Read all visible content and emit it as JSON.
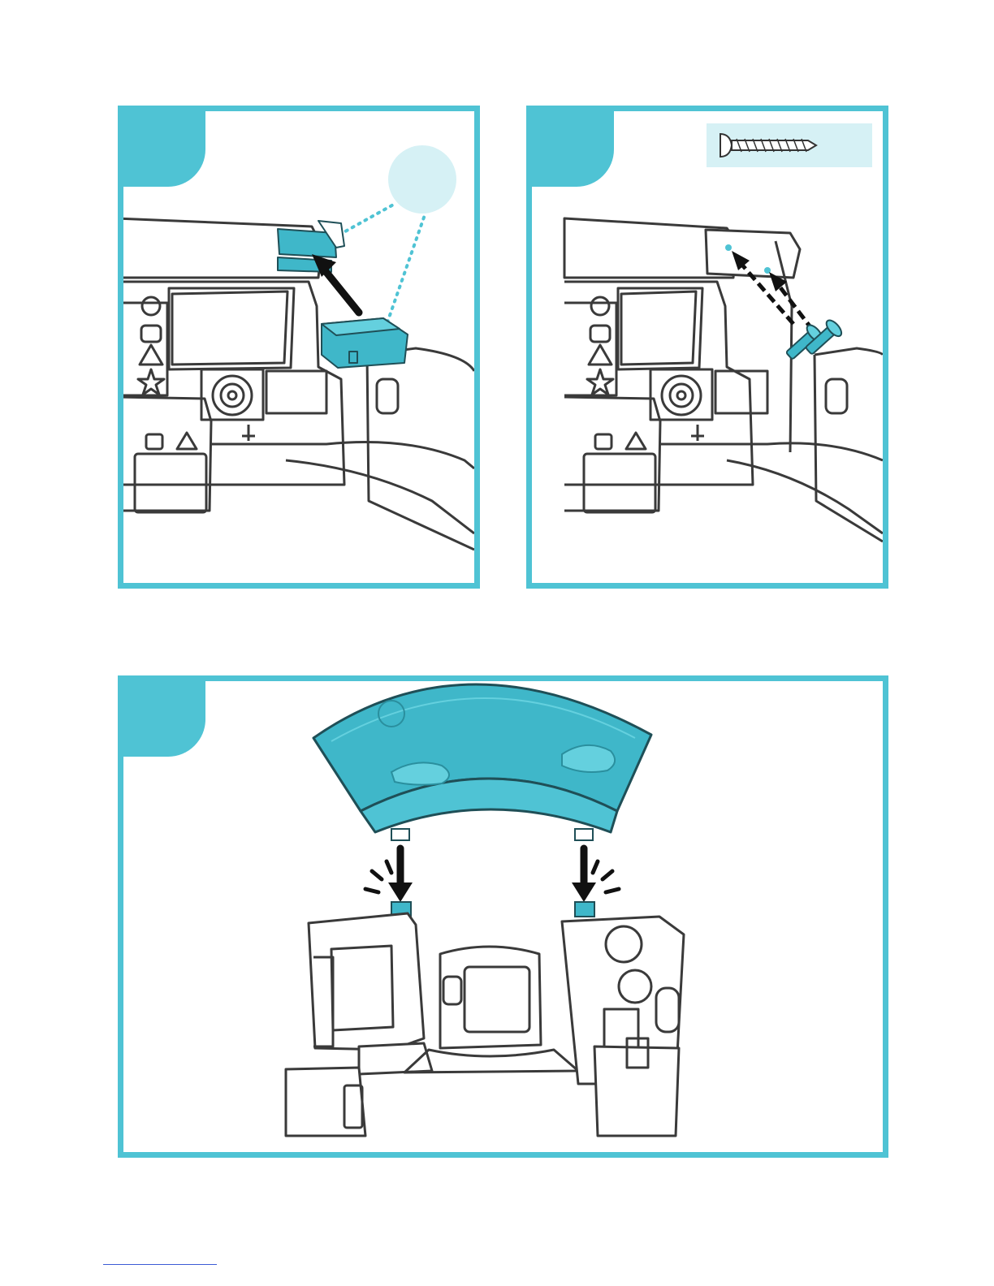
{
  "colors": {
    "accent": "#4fc3d4",
    "accent_light": "#d6f1f5",
    "part_teal": "#3fb7c9",
    "line_art": "#3a3a3a"
  },
  "panels": [
    {
      "tab": "step-tab",
      "illustration": "attach-roof-bracket-to-left-module",
      "icons": [
        "zoom-callout-circle",
        "push-arrow-icon"
      ]
    },
    {
      "tab": "step-tab",
      "illustration": "insert-two-screws-into-bracket",
      "icons": [
        "screw-icon",
        "dashed-arrow-icon"
      ]
    },
    {
      "tab": "step-tab",
      "illustration": "snap-curved-roof-onto-modules",
      "icons": [
        "down-arrow-icon",
        "snap-click-marks-icon"
      ]
    }
  ]
}
